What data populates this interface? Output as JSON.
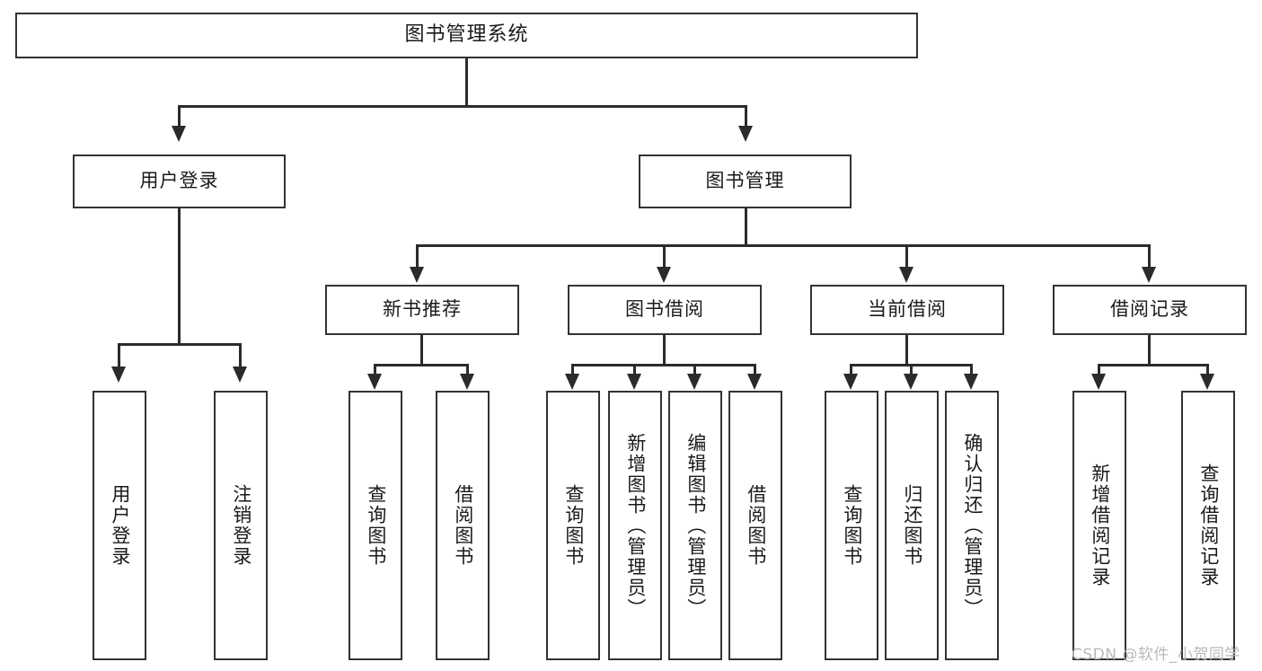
{
  "diagram": {
    "title": "图书管理系统",
    "root": {
      "label": "图书管理系统"
    },
    "level2": [
      {
        "label": "用户登录"
      },
      {
        "label": "图书管理"
      }
    ],
    "level3": [
      {
        "label": "新书推荐"
      },
      {
        "label": "图书借阅"
      },
      {
        "label": "当前借阅"
      },
      {
        "label": "借阅记录"
      }
    ],
    "leaves": {
      "user_login": [
        {
          "label": "用户登录"
        },
        {
          "label": "注销登录"
        }
      ],
      "new_book": [
        {
          "label": "查询图书"
        },
        {
          "label": "借阅图书"
        }
      ],
      "book_borrow": [
        {
          "label": "查询图书"
        },
        {
          "label": "新增图书（管理员）"
        },
        {
          "label": "编辑图书（管理员）"
        },
        {
          "label": "借阅图书"
        }
      ],
      "current_borrow": [
        {
          "label": "查询图书"
        },
        {
          "label": "归还图书"
        },
        {
          "label": "确认归还（管理员）"
        }
      ],
      "borrow_record": [
        {
          "label": "新增借阅记录"
        },
        {
          "label": "查询借阅记录"
        }
      ]
    }
  },
  "watermark": {
    "text": "CSDN @软件_小贺同学"
  },
  "colors": {
    "box_border": "#333333",
    "connector": "#2b2b2b",
    "text": "#1a1a1a",
    "background": "#ffffff",
    "watermark": "#b9b9b9"
  }
}
